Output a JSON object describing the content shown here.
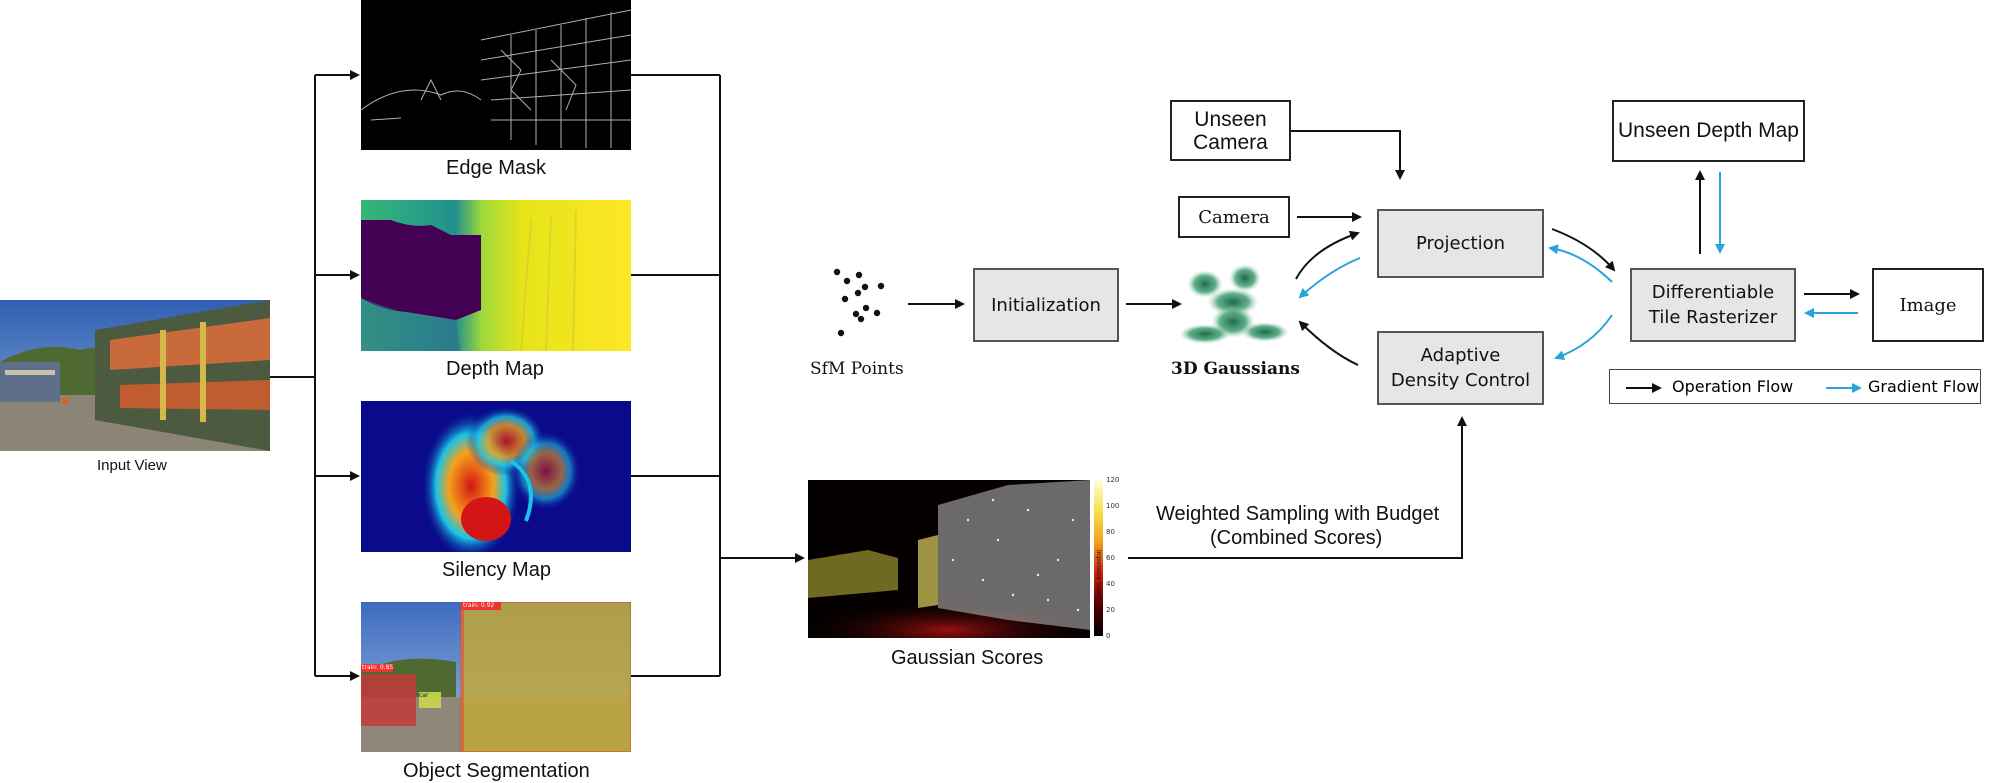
{
  "images": {
    "input_view": "Input View",
    "edge_mask": "Edge Mask",
    "depth_map": "Depth Map",
    "saliency_map": "Silency Map",
    "object_segmentation": "Object Segmentation",
    "gaussian_scores": "Gaussian Scores"
  },
  "pipeline": {
    "sfm_points": "SfM Points",
    "initialization": "Initialization",
    "gaussians": "3D Gaussians",
    "unseen_camera_line1": "Unseen",
    "unseen_camera_line2": "Camera",
    "camera": "Camera",
    "projection": "Projection",
    "adaptive_line1": "Adaptive",
    "adaptive_line2": "Density Control",
    "rasterizer_line1": "Differentiable",
    "rasterizer_line2": "Tile Rasterizer",
    "image": "Image",
    "unseen_depth_map": "Unseen Depth Map",
    "sampling_line1": "Weighted Sampling with Budget",
    "sampling_line2": "(Combined Scores)"
  },
  "colorbar": {
    "ticks": [
      "120",
      "100",
      "80",
      "60",
      "40",
      "20",
      "0"
    ],
    "label": "Importance Score"
  },
  "segmentation_tags": [
    "train: 0.92",
    "train: 0.85",
    "car"
  ],
  "legend": {
    "operation": "Operation Flow",
    "gradient": "Gradient Flow"
  },
  "colors": {
    "operation_arrow": "#111111",
    "gradient_arrow": "#29a3dc",
    "box_fill": "#e6e6e6"
  }
}
